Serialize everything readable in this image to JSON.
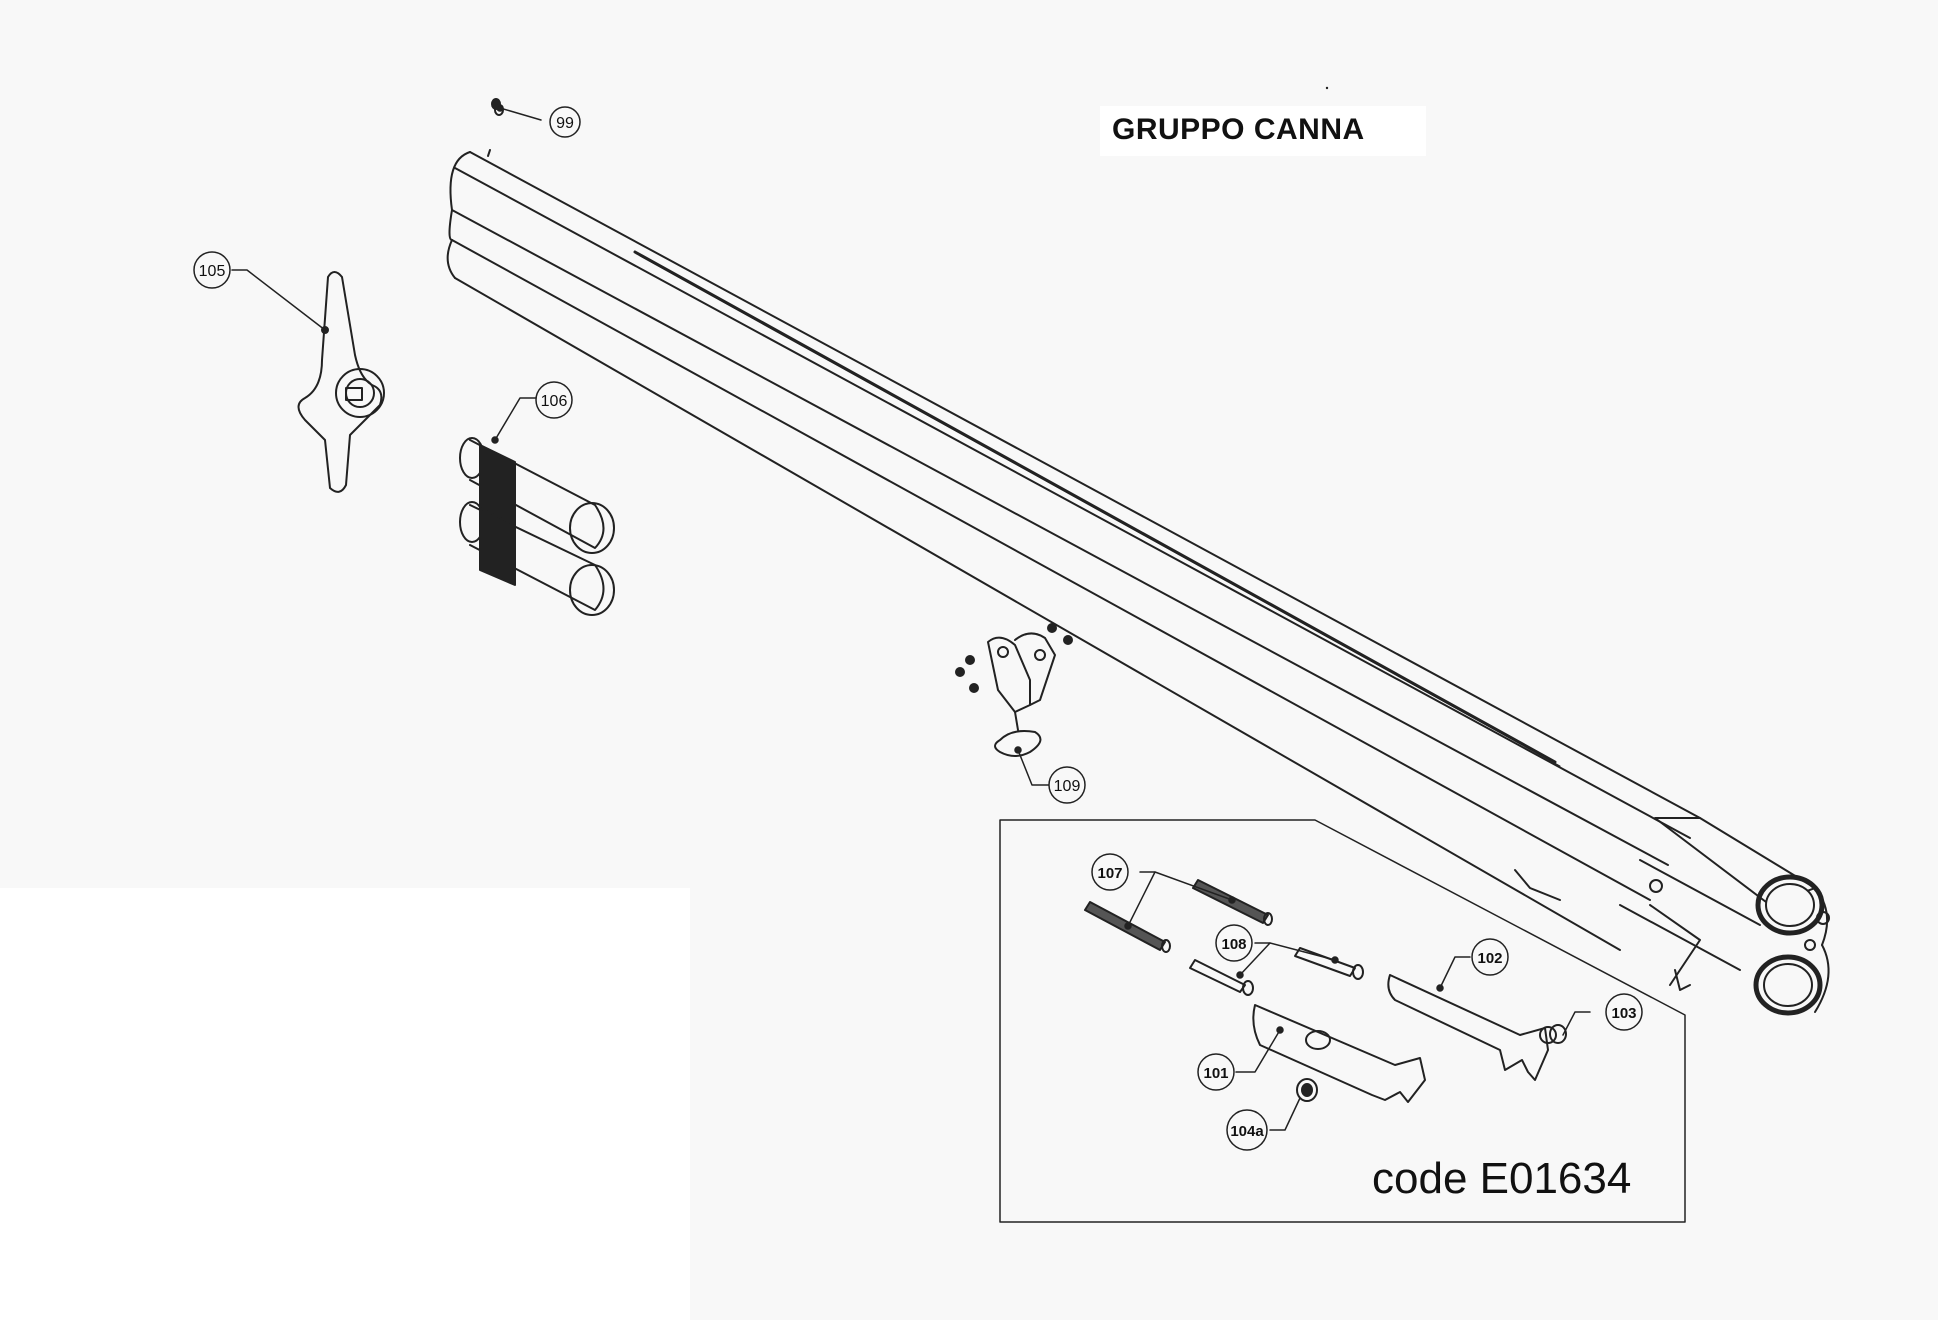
{
  "title": "GRUPPO CANNA",
  "code": "code E01634",
  "colors": {
    "line": "#222222",
    "background": "#f8f8f8",
    "dark": "#222222"
  },
  "callouts": [
    {
      "id": "99",
      "label": "99"
    },
    {
      "id": "105",
      "label": "105"
    },
    {
      "id": "106",
      "label": "106"
    },
    {
      "id": "109",
      "label": "109"
    },
    {
      "id": "107",
      "label": "107"
    },
    {
      "id": "108",
      "label": "108"
    },
    {
      "id": "102",
      "label": "102"
    },
    {
      "id": "103",
      "label": "103"
    },
    {
      "id": "101",
      "label": "101"
    },
    {
      "id": "104a",
      "label": "104a"
    }
  ]
}
